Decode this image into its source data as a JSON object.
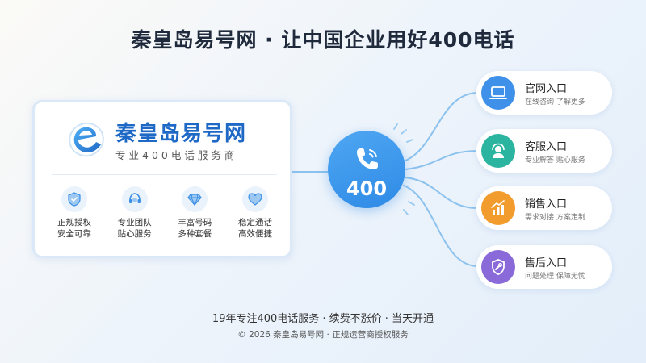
{
  "page": {
    "title": "秦皇岛易号网 · 让中国企业用好400电话"
  },
  "brand": {
    "name": "秦皇岛易号网",
    "tagline": "专业400电话服务商",
    "logo_icon": "e-logo-icon",
    "accent": "#1e68c6"
  },
  "features": [
    {
      "icon": "shield-check-icon",
      "line1": "正规授权",
      "line2": "安全可靠"
    },
    {
      "icon": "headset-icon",
      "line1": "专业团队",
      "line2": "贴心服务"
    },
    {
      "icon": "diamond-icon",
      "line1": "丰富号码",
      "line2": "多种套餐"
    },
    {
      "icon": "heart-icon",
      "line1": "稳定通话",
      "line2": "高效便捷"
    }
  ],
  "hub": {
    "icon": "phone-icon",
    "label": "400",
    "color": "#3a97ec"
  },
  "entries": [
    {
      "icon": "laptop-icon",
      "title": "官网入口",
      "subtitle": "在线咨询 了解更多",
      "color": "#3e90e8"
    },
    {
      "icon": "customer-service-icon",
      "title": "客服入口",
      "subtitle": "专业解答 贴心服务",
      "color": "#2bb5a0"
    },
    {
      "icon": "chart-up-icon",
      "title": "销售入口",
      "subtitle": "需求对接 方案定制",
      "color": "#f39c2e"
    },
    {
      "icon": "shield-wrench-icon",
      "title": "售后入口",
      "subtitle": "问题处理 保障无忧",
      "color": "#8a6ad8"
    }
  ],
  "footer": {
    "main": "19年专注400电话服务 · 续费不涨价 · 当天开通",
    "copyright": "© 2026 秦皇岛易号网 · 正规运营商授权服务"
  }
}
